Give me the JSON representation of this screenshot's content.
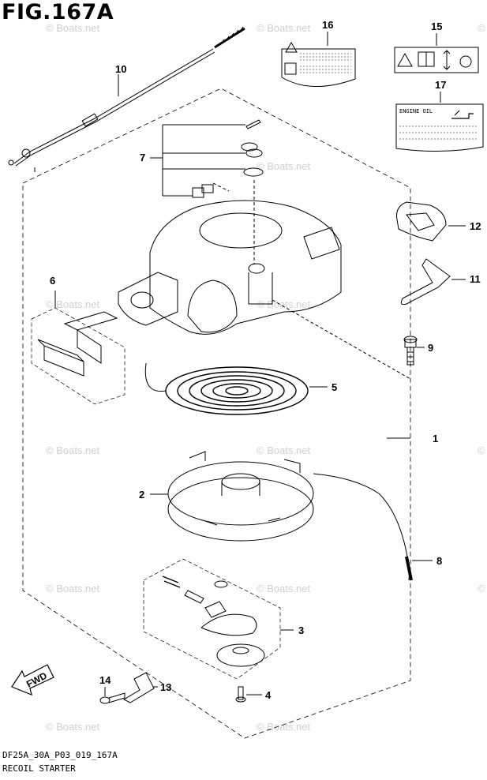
{
  "figure": {
    "title": "FIG.167A",
    "code": "DF25A_30A_P03_019_167A",
    "name": "RECOIL STARTER"
  },
  "watermark": "© Boats.net",
  "callouts": [
    "1",
    "2",
    "3",
    "4",
    "5",
    "6",
    "7",
    "8",
    "9",
    "10",
    "11",
    "12",
    "13",
    "14",
    "15",
    "16",
    "17"
  ],
  "labels": {
    "engine_oil": "ENGINE OIL",
    "fwd": "FWD"
  },
  "colors": {
    "line": "#000000",
    "watermark": "#cfcfcf"
  }
}
